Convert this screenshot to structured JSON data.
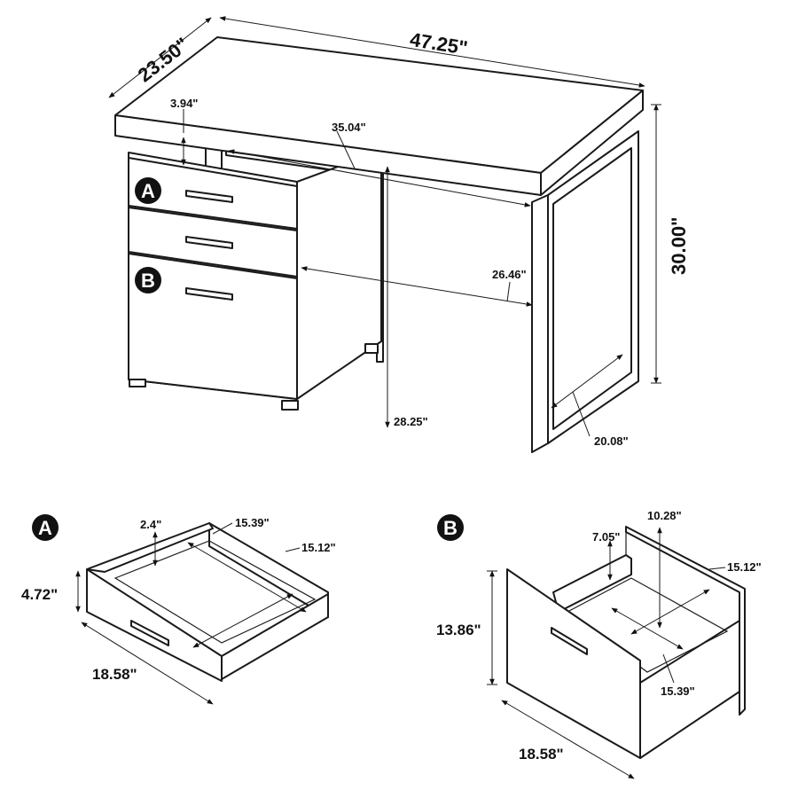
{
  "desk": {
    "width": "47.25\"",
    "depth": "23.50\"",
    "height": "30.00\"",
    "top_thickness": "3.94\"",
    "knee_width": "35.04\"",
    "knee_depth": "26.46\"",
    "knee_height": "28.25\"",
    "leg_depth": "20.08\""
  },
  "badges": {
    "a": "A",
    "b": "B"
  },
  "drawer_a": {
    "badge": "A",
    "height": "4.72\"",
    "width": "18.58\"",
    "inner_height": "2.4\"",
    "inner_width": "15.39\"",
    "inner_depth": "15.12\""
  },
  "drawer_b": {
    "badge": "B",
    "height": "13.86\"",
    "width": "18.58\"",
    "inner_height": "7.05\"",
    "back_height": "10.28\"",
    "inner_depth": "15.12\"",
    "inner_width": "15.39\""
  }
}
